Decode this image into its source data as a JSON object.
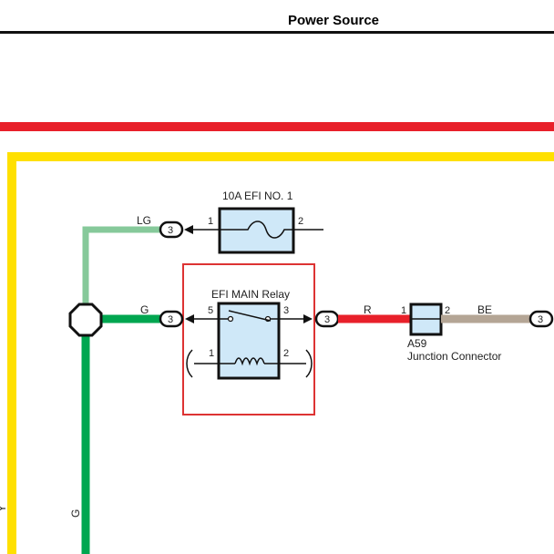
{
  "page": {
    "title": "Power Source"
  },
  "colors": {
    "red": "#e8202a",
    "yellow": "#ffe000",
    "light_green": "#86c99a",
    "green": "#00a650",
    "beige": "#b4a595",
    "component_fill": "#cfe8f8",
    "highlight_box": "#dd3333",
    "black": "#111111"
  },
  "fuse": {
    "name": "10A EFI NO. 1",
    "pin_in": "1",
    "pin_out": "2"
  },
  "relay": {
    "name": "EFI MAIN Relay",
    "switch_pin_left": "5",
    "switch_pin_right": "3",
    "coil_pin_left": "1",
    "coil_pin_right": "2"
  },
  "junction": {
    "code": "A59",
    "name": "Junction Connector",
    "pin_in": "1",
    "pin_out": "2"
  },
  "wires": {
    "lg": "LG",
    "g_upper": "G",
    "g_vertical": "G",
    "r": "R",
    "be": "BE",
    "y_edge": "Y"
  },
  "connectors": {
    "lg_ref": "3",
    "g_ref": "3",
    "r_ref": "3",
    "be_ref": "3"
  }
}
